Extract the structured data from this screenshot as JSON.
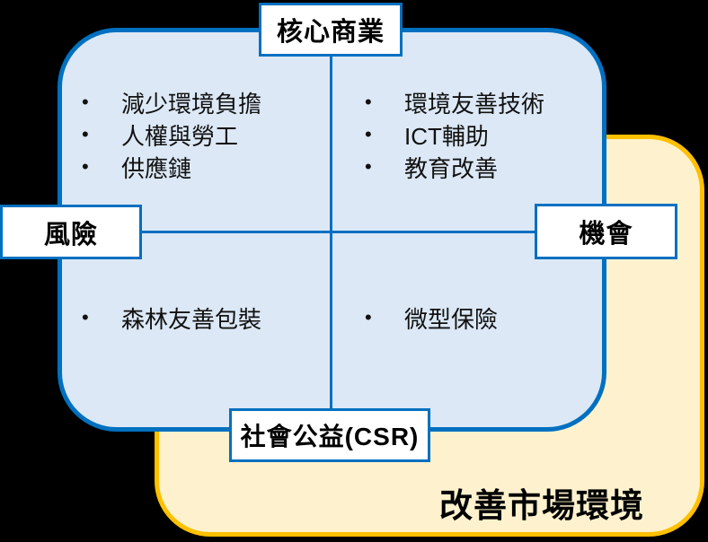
{
  "colors": {
    "background": "#000000",
    "matrix_border": "#0070C0",
    "matrix_fill": "#DCE8F5",
    "market_border": "#FFC000",
    "market_fill": "#FDF2CD",
    "label_box_fill": "#FFFFFF",
    "text": "#000000"
  },
  "bullet_glyph": "•",
  "axes": {
    "top_label": "核心商業",
    "left_label": "風險",
    "right_label": "機會",
    "bottom_label": "社會公益(CSR)"
  },
  "quadrants": {
    "top_left": {
      "items": [
        "減少環境負擔",
        "人權與勞工",
        "供應鏈"
      ]
    },
    "top_right": {
      "items": [
        "環境友善技術",
        "ICT輔助",
        "教育改善"
      ]
    },
    "bottom_left": {
      "items": [
        "森林友善包裝"
      ]
    },
    "bottom_right": {
      "items": [
        "微型保險"
      ]
    }
  },
  "caption": "改善市場環境"
}
